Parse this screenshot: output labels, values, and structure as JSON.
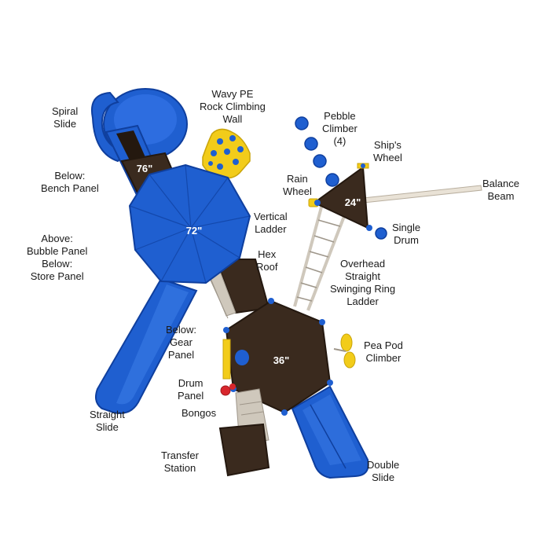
{
  "colors": {
    "blue": "#1f5fd0",
    "blue_dark": "#0f3f9e",
    "deck": "#3a2a1e",
    "deck_dark": "#24180f",
    "yellow": "#f2cc1a",
    "red": "#d8262c",
    "steel": "#cfc8bc"
  },
  "labels": {
    "spiral_slide": [
      "Spiral",
      "Slide"
    ],
    "wavy_wall": [
      "Wavy PE",
      "Rock Climbing",
      "Wall"
    ],
    "pebble_climber": [
      "Pebble",
      "Climber",
      "(4)"
    ],
    "ships_wheel": [
      "Ship's",
      "Wheel"
    ],
    "bench_panel": [
      "Below:",
      "Bench Panel"
    ],
    "rain_wheel": [
      "Rain",
      "Wheel"
    ],
    "balance_beam": [
      "Balance",
      "Beam"
    ],
    "vertical_ladder": [
      "Vertical",
      "Ladder"
    ],
    "single_drum": [
      "Single",
      "Drum"
    ],
    "bubble_store": [
      "Above:",
      "Bubble Panel",
      "Below:",
      "Store Panel"
    ],
    "hex_roof": [
      "Hex",
      "Roof"
    ],
    "ring_ladder": [
      "Overhead",
      "Straight",
      "Swinging Ring",
      "Ladder"
    ],
    "gear_panel": [
      "Below:",
      "Gear",
      "Panel"
    ],
    "pea_pod": [
      "Pea Pod",
      "Climber"
    ],
    "drum_panel": [
      "Drum",
      "Panel"
    ],
    "bongos": [
      "Bongos"
    ],
    "straight_slide": [
      "Straight",
      "Slide"
    ],
    "transfer_station": [
      "Transfer",
      "Station"
    ],
    "double_slide": [
      "Double",
      "Slide"
    ]
  },
  "decks": {
    "d76": "76\"",
    "d72": "72\"",
    "d24": "24\"",
    "d36": "36\""
  }
}
